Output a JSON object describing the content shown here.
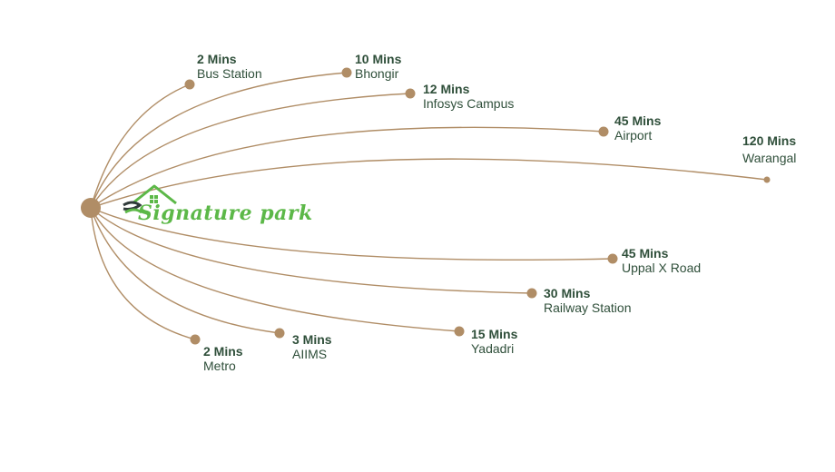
{
  "colors": {
    "line": "#b08d66",
    "dot": "#b08d66",
    "text": "#2f4f3a",
    "logo_green": "#5cb848",
    "logo_dark": "#2f3a3a"
  },
  "logo": {
    "text": "Signature park",
    "icon": "house-roof-icon"
  },
  "destinations": [
    {
      "time": "2 Mins",
      "place": "Bus Station"
    },
    {
      "time": "10 Mins",
      "place": "Bhongir"
    },
    {
      "time": "12 Mins",
      "place": "Infosys Campus"
    },
    {
      "time": "45 Mins",
      "place": "Airport"
    },
    {
      "time": "120 Mins",
      "place": "Warangal"
    },
    {
      "time": "45 Mins",
      "place": "Uppal X Road"
    },
    {
      "time": "30 Mins",
      "place": "Railway Station"
    },
    {
      "time": "15 Mins",
      "place": "Yadadri"
    },
    {
      "time": "3 Mins",
      "place": "AIIMS"
    },
    {
      "time": "2 Mins",
      "place": "Metro"
    }
  ]
}
